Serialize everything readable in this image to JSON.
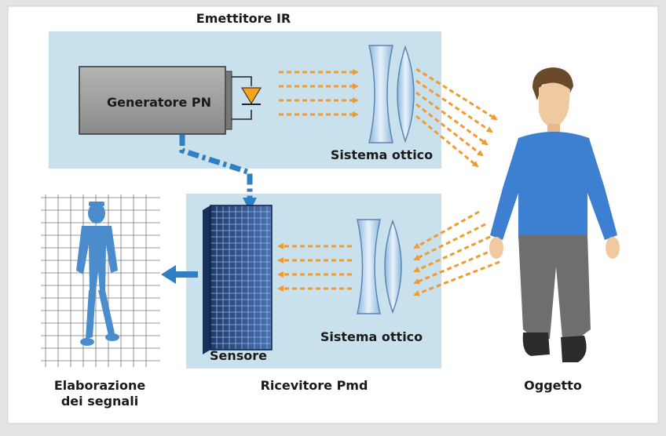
{
  "labels": {
    "emitter_title": "Emettitore IR",
    "generator": "Generatore PN",
    "optics_top": "Sistema ottico",
    "optics_bottom": "Sistema ottico",
    "sensor": "Sensore",
    "receiver_title": "Ricevitore Pmd",
    "processing_line1": "Elaborazione",
    "processing_line2": "dei segnali",
    "object": "Oggetto"
  },
  "colors": {
    "background": "#e4e4e4",
    "frame": "#ffffff",
    "panel": "#c9e1ec",
    "generator_box": "#9b9b9b",
    "diode": "#f5a31b",
    "ir_beam": "#f29a2e",
    "signal_arrow": "#2f7fc4",
    "silhouette": "#4b8ccc",
    "person_shirt": "#3d7fd0",
    "person_pants": "#6e6e6e",
    "sensor_grid": "#2a4d86"
  },
  "icons": {
    "diode": "diode-icon",
    "lens": "lens-icon",
    "sensor": "sensor-grid-icon",
    "person": "person-icon",
    "wireframe": "wireframe-figure-icon"
  }
}
